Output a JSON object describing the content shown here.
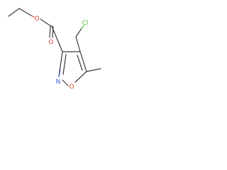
{
  "molecule": {
    "atoms": {
      "ester_oxygen_single": "O",
      "ester_oxygen_double": "O",
      "chlorine": "Cl",
      "ring_nitrogen": "N",
      "ring_oxygen": "O"
    }
  },
  "colors": {
    "bond": "#3a3a3a",
    "carbon": "#3a3a3a",
    "oxygen": "#e0473a",
    "nitrogen": "#3b5bd6",
    "chlorine": "#4fbf3a"
  }
}
